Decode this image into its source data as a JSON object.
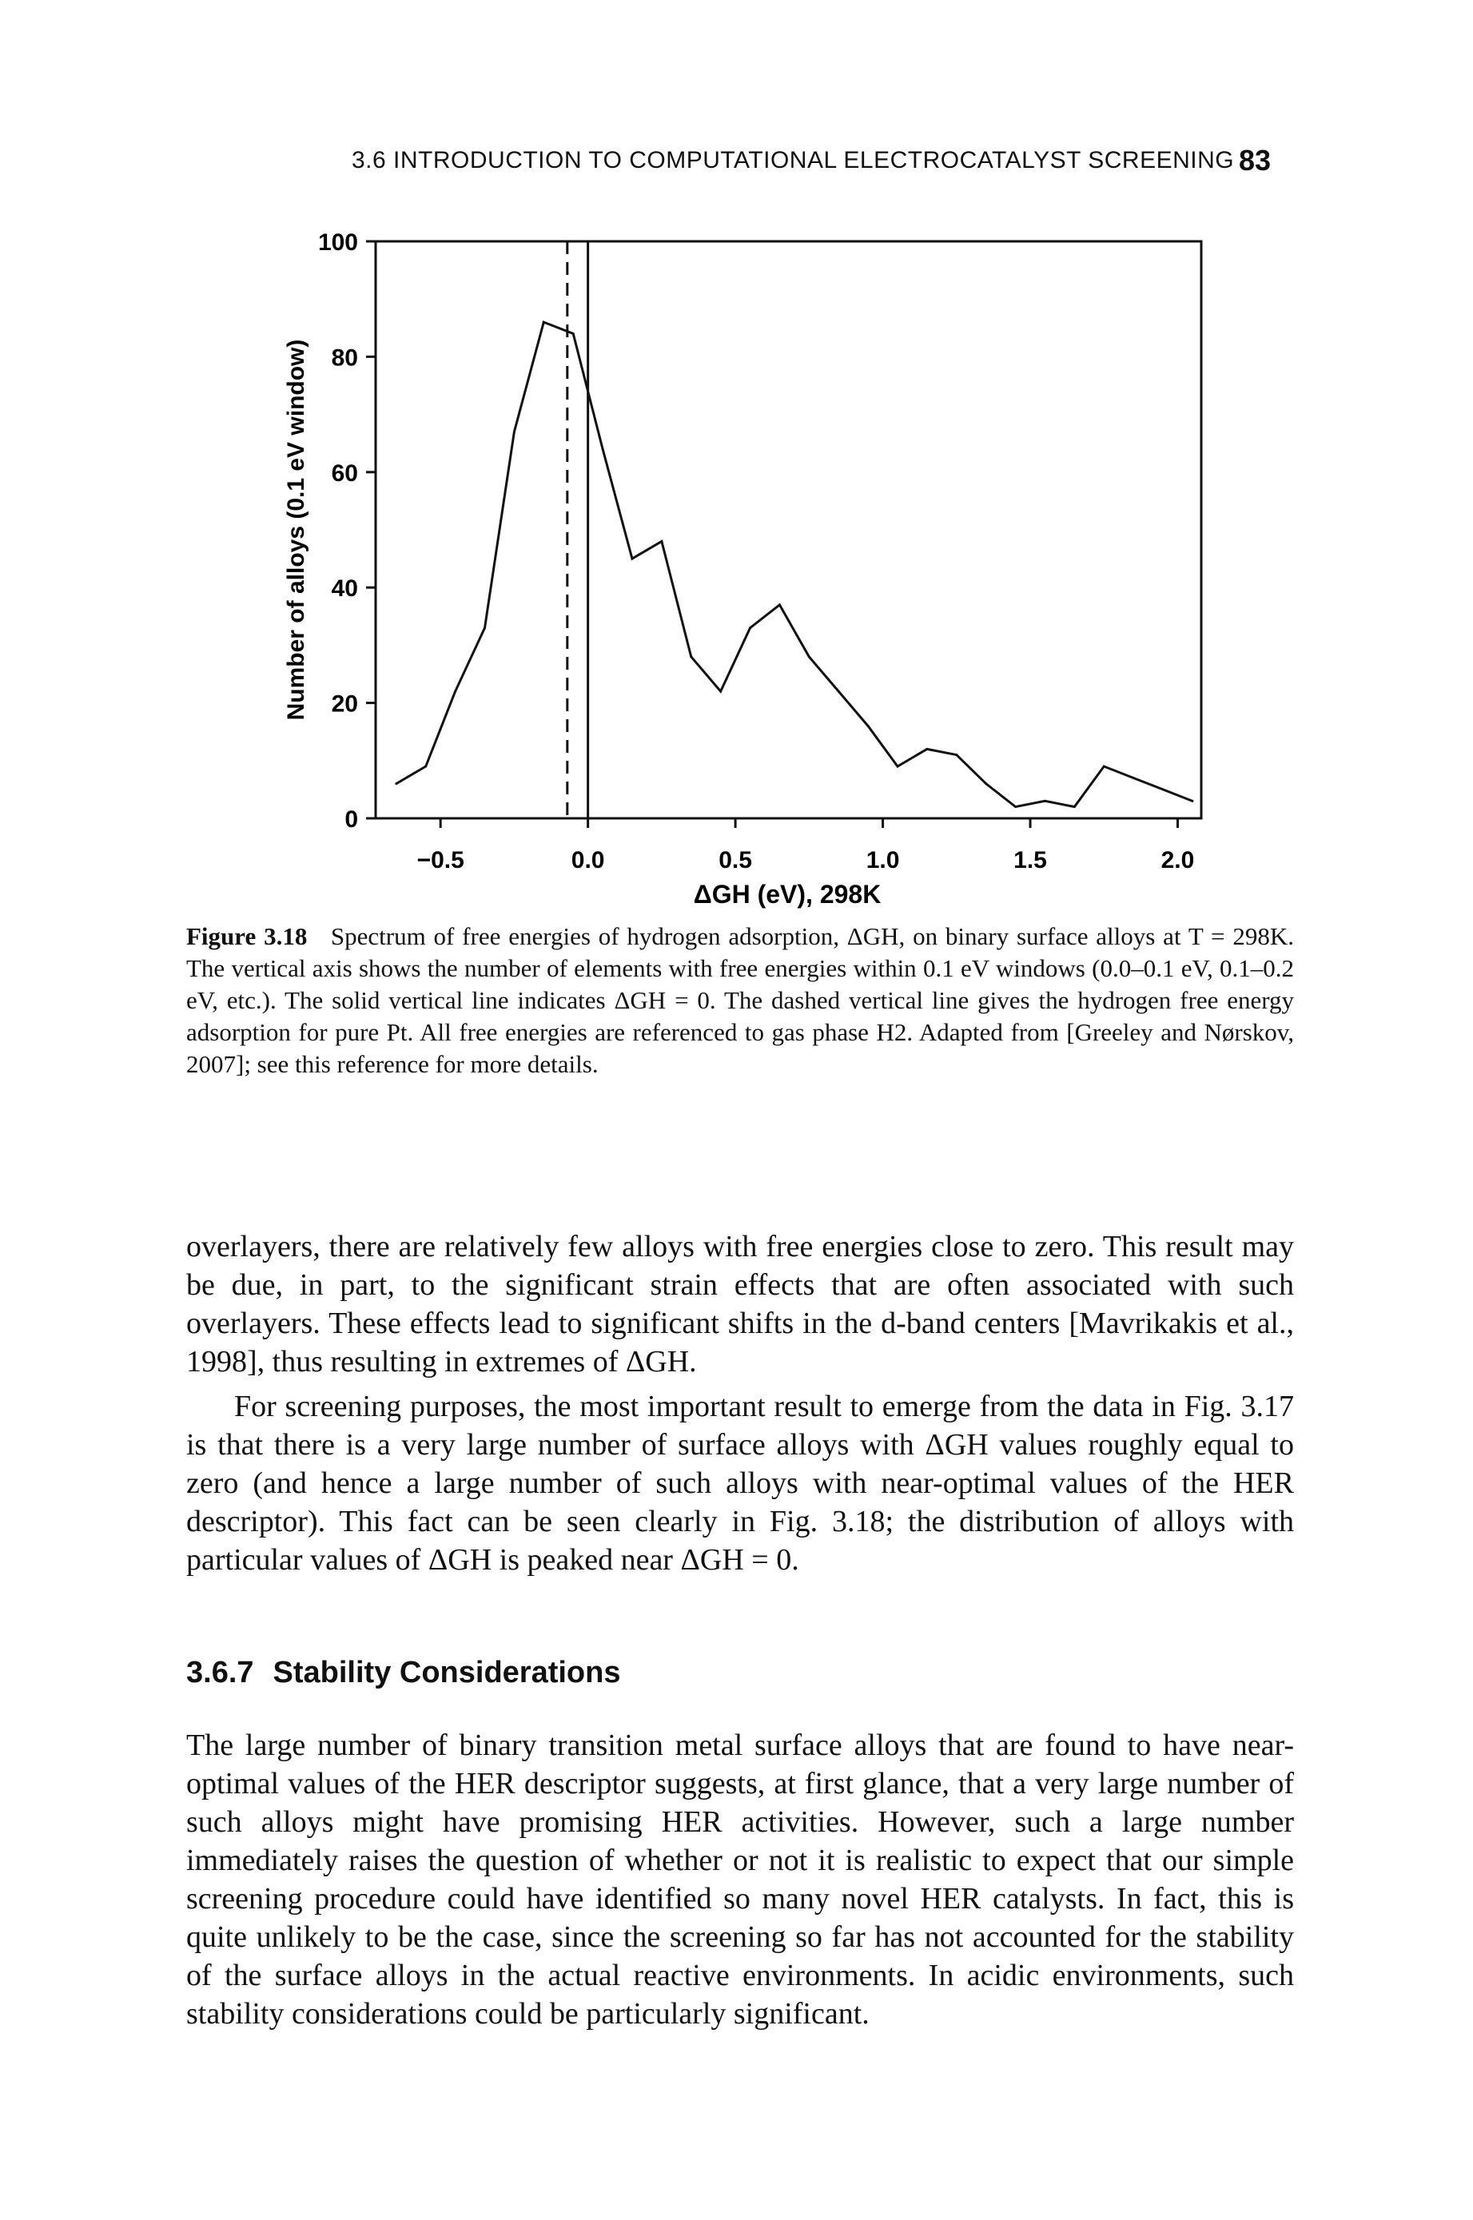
{
  "header": {
    "title": "3.6 INTRODUCTION TO COMPUTATIONAL ELECTROCATALYST SCREENING",
    "page_number": "83"
  },
  "figure": {
    "caption_label": "Figure 3.18",
    "caption_text": "Spectrum of free energies of hydrogen adsorption, ΔGH, on binary surface alloys at T = 298K. The vertical axis shows the number of elements with free energies within 0.1 eV windows (0.0–0.1 eV, 0.1–0.2 eV, etc.). The solid vertical line indicates ΔGH = 0. The dashed vertical line gives the hydrogen free energy adsorption for pure Pt. All free energies are referenced to gas phase H2. Adapted from [Greeley and Nørskov, 2007]; see this reference for more details."
  },
  "chart_data": {
    "type": "line",
    "xlabel": "ΔGH (eV), 298K",
    "ylabel": "Number of alloys (0.1 eV window)",
    "xlim": [
      -0.72,
      2.08
    ],
    "ylim": [
      0,
      100
    ],
    "xticks": [
      -0.5,
      0.0,
      0.5,
      1.0,
      1.5,
      2.0
    ],
    "xtick_labels": [
      "−0.5",
      "0.0",
      "0.5",
      "1.0",
      "1.5",
      "2.0"
    ],
    "yticks": [
      0,
      20,
      40,
      60,
      80,
      100
    ],
    "ytick_labels": [
      "0",
      "20",
      "40",
      "60",
      "80",
      "100"
    ],
    "grid": false,
    "series": [
      {
        "x": [
          -0.65,
          -0.55,
          -0.45,
          -0.35,
          -0.25,
          -0.15,
          -0.05,
          0.05,
          0.15,
          0.25,
          0.35,
          0.45,
          0.55,
          0.65,
          0.75,
          0.85,
          0.95,
          1.05,
          1.15,
          1.25,
          1.35,
          1.45,
          1.55,
          1.65,
          1.75,
          1.85,
          1.95,
          2.05
        ],
        "values": [
          6,
          9,
          22,
          33,
          67,
          86,
          84,
          64,
          45,
          48,
          28,
          22,
          33,
          37,
          28,
          22,
          16,
          9,
          12,
          11,
          6,
          2,
          3,
          2,
          9,
          7,
          5,
          3
        ]
      }
    ],
    "reference_lines": [
      {
        "x": 0.0,
        "style": "solid"
      },
      {
        "x": -0.07,
        "style": "dashed"
      }
    ]
  },
  "paragraphs": [
    "overlayers, there are relatively few alloys with free energies close to zero. This result may be due, in part, to the significant strain effects that are often associated with such overlayers. These effects lead to significant shifts in the d-band centers [Mavrikakis et al., 1998], thus resulting in extremes of ΔGH.",
    "For screening purposes, the most important result to emerge from the data in Fig. 3.17 is that there is a very large number of surface alloys with ΔGH values roughly equal to zero (and hence a large number of such alloys with near-optimal values of the HER descriptor). This fact can be seen clearly in Fig. 3.18; the distribution of alloys with particular values of ΔGH is peaked near ΔGH = 0."
  ],
  "section": {
    "number": "3.6.7",
    "title": "Stability Considerations"
  },
  "paragraph3": "The large number of binary transition metal surface alloys that are found to have near-optimal values of the HER descriptor suggests, at first glance, that a very large number of such alloys might have promising HER activities. However, such a large number immediately raises the question of whether or not it is realistic to expect that our simple screening procedure could have identified so many novel HER catalysts. In fact, this is quite unlikely to be the case, since the screening so far has not accounted for the stability of the surface alloys in the actual reactive environments. In acidic environments, such stability considerations could be particularly significant."
}
